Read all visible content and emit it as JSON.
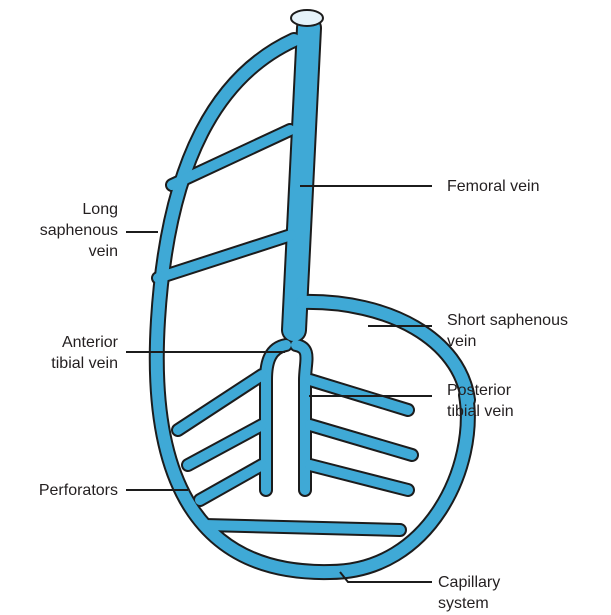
{
  "colors": {
    "vein_fill": "#3fa9d6",
    "vein_outline": "#1c1c1c",
    "vessel_opening": "#e6f3fa",
    "leader_line": "#1c1c1c",
    "text": "#231f20",
    "background": "#ffffff"
  },
  "labels": {
    "femoral_vein": "Femoral vein",
    "long_saphenous": [
      "Long",
      "saphenous",
      "vein"
    ],
    "short_saphenous": [
      "Short saphenous",
      "vein"
    ],
    "anterior_tibial": [
      "Anterior",
      "tibial vein"
    ],
    "posterior_tibial": [
      "Posterior",
      "tibial vein"
    ],
    "perforators": "Perforators",
    "capillary_system": [
      "Capillary",
      "system"
    ]
  }
}
